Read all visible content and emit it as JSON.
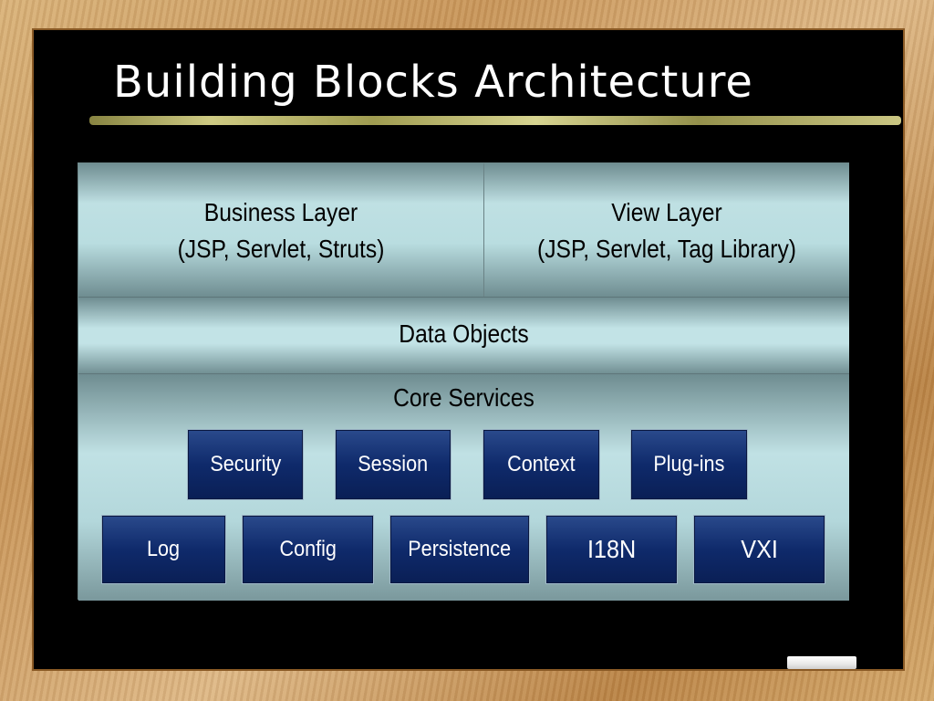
{
  "slide": {
    "title": "Building Blocks Architecture"
  },
  "diagram": {
    "business_layer": {
      "line1": "Business Layer",
      "line2": "(JSP, Servlet, Struts)"
    },
    "view_layer": {
      "line1": "View Layer",
      "line2": "(JSP, Servlet, Tag Library)"
    },
    "data_objects": "Data Objects",
    "core_services": {
      "label": "Core Services",
      "row1": [
        "Security",
        "Session",
        "Context",
        "Plug-ins"
      ],
      "row2": [
        "Log",
        "Config",
        "Persistence",
        "I18N",
        "VXI"
      ]
    }
  },
  "colors": {
    "board": "#000000",
    "frame": "#c8955a",
    "layer_fill": "#b9dde0",
    "service_box": "#0f2a6b"
  }
}
